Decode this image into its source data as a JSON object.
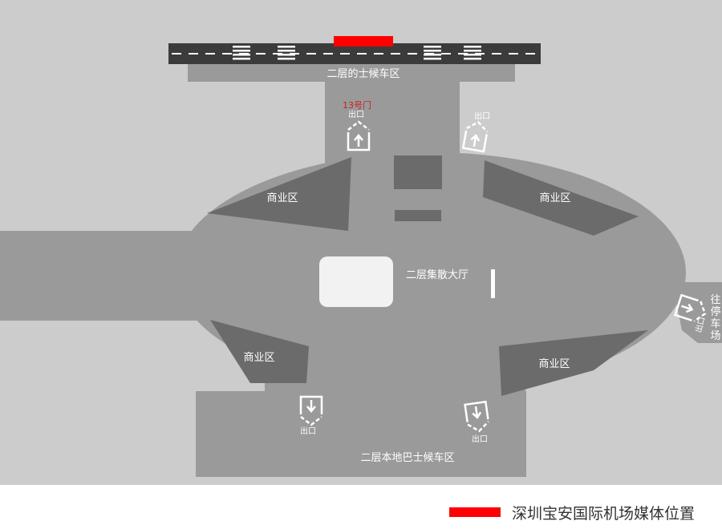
{
  "colors": {
    "background": "#cccccc",
    "floor": "#9a9a9a",
    "dark_block": "#6b6b6b",
    "road": "#3b3b3b",
    "kiosk": "#f2f2f2",
    "media_highlight": "#ff0000",
    "gate_label": "#cc1f1f",
    "text": "#ffffff"
  },
  "labels": {
    "taxi_area": "二层的士候车区",
    "gate": "13号门",
    "exit": "出口",
    "commercial": "商业区",
    "hall": "二层集散大厅",
    "bus_area": "二层本地巴士候车区",
    "parking": [
      "往",
      "停",
      "车",
      "场"
    ]
  },
  "legend": {
    "label": "深圳宝安国际机场媒体位置"
  },
  "icons": [
    "up-arrow-icon",
    "down-arrow-icon",
    "right-arrow-icon"
  ]
}
